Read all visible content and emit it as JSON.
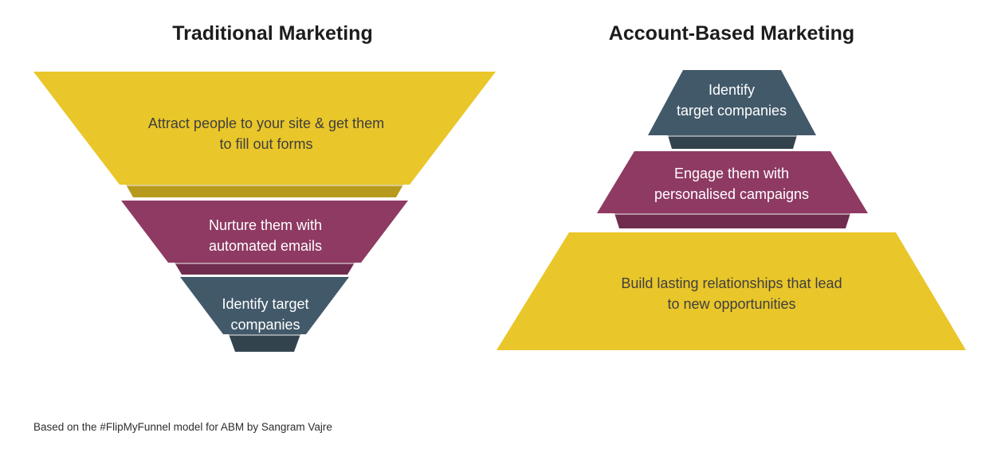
{
  "titles": {
    "left": "Traditional Marketing",
    "right": "Account-Based Marketing"
  },
  "funnel": {
    "layers": [
      {
        "label": "Attract people to your site & get them\nto fill out forms",
        "color": "#e9c62a",
        "edge_color": "#b79a1b",
        "text_color": "#3f3f3f"
      },
      {
        "label": "Nurture them with\nautomated emails",
        "color": "#8e3a63",
        "edge_color": "#6f2c4e",
        "text_color": "#ffffff"
      },
      {
        "label": "Identify target\ncompanies",
        "color": "#42596a",
        "edge_color": "#33434e",
        "text_color": "#ffffff"
      }
    ]
  },
  "pyramid": {
    "layers": [
      {
        "label": "Identify\ntarget companies",
        "color": "#42596a",
        "edge_color": "#33434e",
        "text_color": "#ffffff"
      },
      {
        "label": "Engage them with\npersonalised campaigns",
        "color": "#8e3a63",
        "edge_color": "#6f2c4e",
        "text_color": "#ffffff"
      },
      {
        "label": "Build lasting relationships that lead\nto new opportunities",
        "color": "#e9c62a",
        "edge_color": "#b79a1b",
        "text_color": "#3f3f3f"
      }
    ]
  },
  "footer": "Based on the #FlipMyFunnel model for ABM by Sangram Vajre",
  "colors": {
    "yellow": "#e9c62a",
    "purple": "#8e3a63",
    "slate": "#42596a",
    "text_dark": "#3f3f3f",
    "text_light": "#ffffff"
  }
}
